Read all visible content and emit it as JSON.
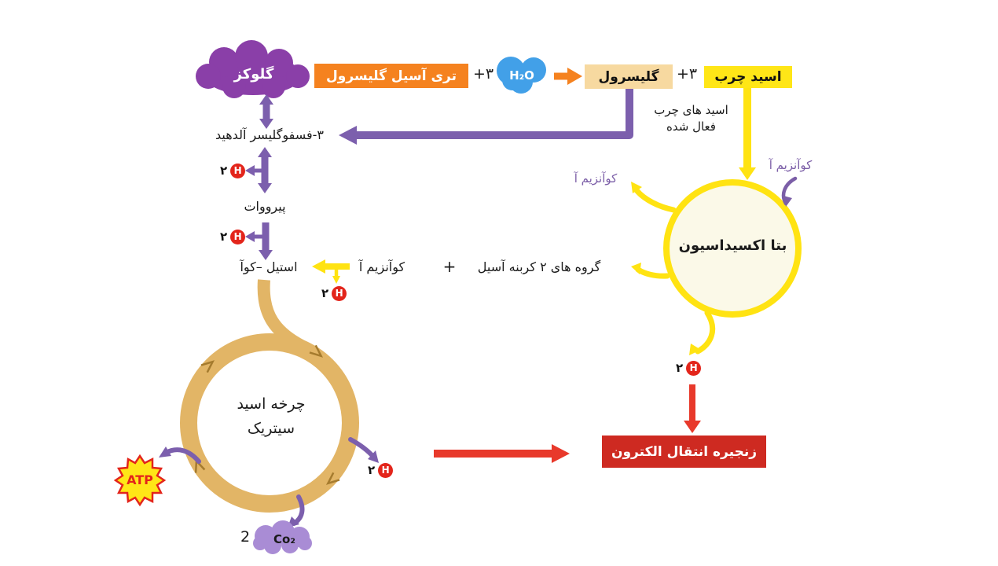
{
  "colors": {
    "purple_arrow": "#7C5FAD",
    "glucose_purple": "#8A3FA8",
    "orange": "#F5821F",
    "yellow": "#FFE312",
    "gold_ring": "#E2B566",
    "red_accent": "#E3251B",
    "etc_box_red": "#CE2A21",
    "water_blue": "#42A0E8",
    "glycerol_bg": "#F7D9A0",
    "fatty_acid_bg": "#FFE617",
    "beta_circle_fill": "#FBF9E8",
    "co2_purple": "#A98CD5"
  },
  "nodes": {
    "glucose": "گلوکز",
    "triacylglycerol": "تری آسیل گلیسرول",
    "plus_three": "+۳",
    "water": "H₂O",
    "glycerol": "گلیسرول",
    "fatty_acid": "اسید چرب",
    "activated_fatty_acids_line1": "اسید های چرب",
    "activated_fatty_acids_line2": "فعال شده",
    "phosphoglyceraldehyde": "۳-فسفوگلیسر آلدهید",
    "pyruvate": "پیرووات",
    "acetyl_coa": "استیل –کوآ",
    "coenzyme_a": "کوآنزیم آ",
    "plus": "+",
    "acyl_groups": "گروه های ۲ کربنه آسیل",
    "beta_oxidation": "بتا اکسیداسیون",
    "citric_acid_cycle_line1": "چرخه اسید",
    "citric_acid_cycle_line2": "سیتریک",
    "atp": "ATP",
    "co2_count": "2",
    "co2": "Co₂",
    "electron_transport_chain": "زنجیره انتقال الکترون",
    "two_h_count": "۲",
    "hydrogen": "H"
  }
}
